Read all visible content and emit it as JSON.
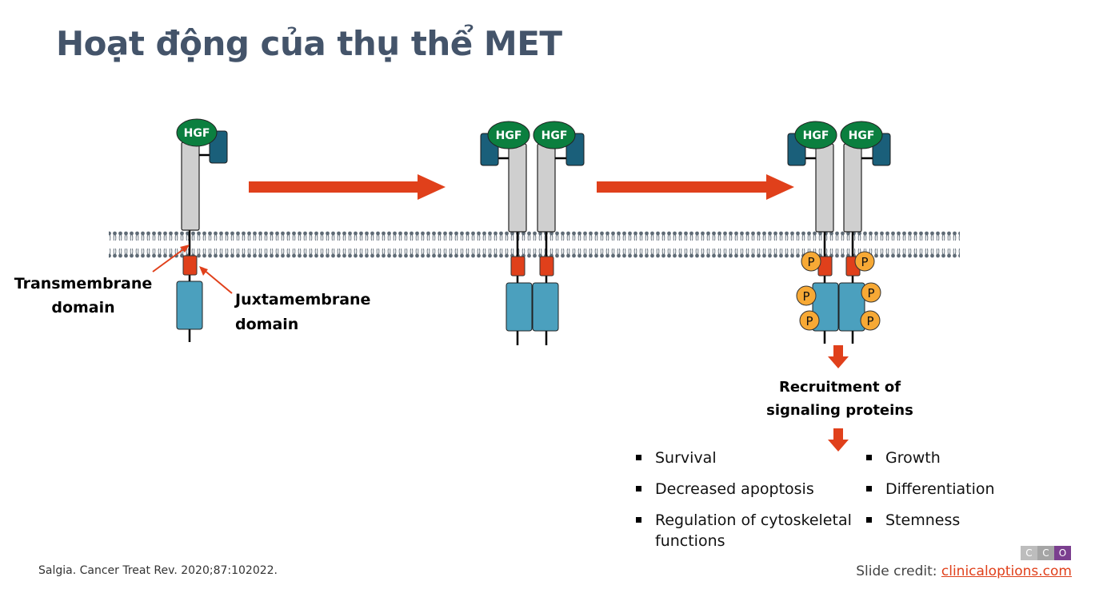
{
  "title": "Hoạt động của thụ thể MET",
  "ligand_label": "HGF",
  "phospho_label": "P",
  "labels": {
    "transmembrane": [
      "Transmembrane",
      "domain"
    ],
    "juxtamembrane": [
      "Juxtamembrane",
      "domain"
    ],
    "recruitment": [
      "Recruitment of",
      "signaling proteins"
    ]
  },
  "outcomes_left": [
    "Survival",
    "Decreased apoptosis",
    "Regulation of cytoskeletal functions"
  ],
  "outcomes_right": [
    "Growth",
    "Differentiation",
    "Stemness"
  ],
  "reference": "Salgia. Cancer Treat Rev. 2020;87:102022.",
  "credit": {
    "prefix": "Slide credit:",
    "link": "clinicaloptions.com"
  },
  "logo_letters": [
    "C",
    "C",
    "O"
  ],
  "colors": {
    "title": "#44546A",
    "hgf": "#0B7F3F",
    "alpha_chain": "#1A5F7A",
    "receptor_stalk": "#CFCFCF",
    "juxtamembrane": "#E0401B",
    "kinase": "#4BA0BE",
    "phospho": "#F7A935",
    "arrow": "#E0401B",
    "membrane": "#5E6A75"
  }
}
